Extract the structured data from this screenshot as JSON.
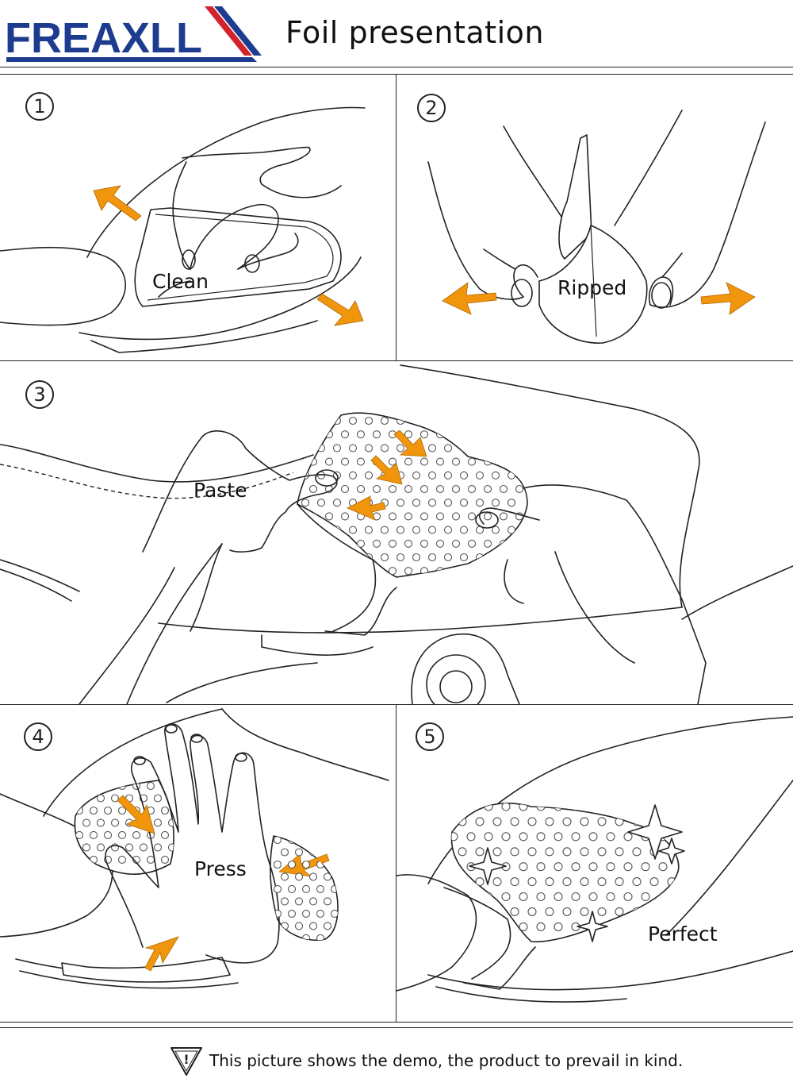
{
  "header": {
    "brand": "FREAXLL",
    "title": "Foil presentation",
    "brand_colors": {
      "text": "#1d3c8f",
      "stripe_red": "#d2232a",
      "stripe_blue": "#1d3c8f",
      "accent": "#f0950c"
    }
  },
  "steps": [
    {
      "number": "1",
      "label": "Clean"
    },
    {
      "number": "2",
      "label": "Ripped"
    },
    {
      "number": "3",
      "label": "Paste"
    },
    {
      "number": "4",
      "label": "Press"
    },
    {
      "number": "5",
      "label": "Perfect"
    }
  ],
  "footer": {
    "icon": "warning-icon",
    "warning_mark": "!",
    "note": "This picture shows the demo, the product to prevail in kind."
  }
}
